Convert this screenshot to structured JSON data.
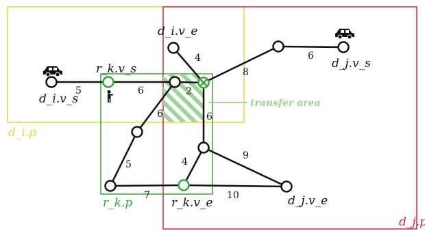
{
  "colors": {
    "yellow": "#e6d44a",
    "red": "#d4283f",
    "green": "#3aa53a",
    "green_light": "#9fd39a",
    "black": "#111111"
  },
  "regions": {
    "driver_i_label": "d_i.p",
    "rider_label": "r_k.p",
    "driver_j_label": "d_j.p",
    "transfer_label": "transfer area"
  },
  "nodes": {
    "di_vs": "d_i.v_s",
    "di_ve": "d_i.v_e",
    "dj_vs": "d_j.v_s",
    "dj_ve": "d_j.v_e",
    "rk_vs": "r_k.v_s",
    "rk_ve": "r_k.v_e"
  },
  "weights": {
    "e_divs_rkvs": "5",
    "e_rkvs_n1": "6",
    "e_n1_x": "2",
    "e_dive_x": "4",
    "e_x_n2": "8",
    "e_n2_djvs": "6",
    "e_n1_n3": "6",
    "e_x_n4": "6",
    "e_n3_n5": "5",
    "e_n5_rkve": "7",
    "e_n4_rkve": "4",
    "e_n4_djve": "9",
    "e_rkve_djve": "10"
  },
  "icons": {
    "car_left": "car-icon",
    "car_right": "car-icon",
    "pedestrian": "pedestrian-icon"
  }
}
